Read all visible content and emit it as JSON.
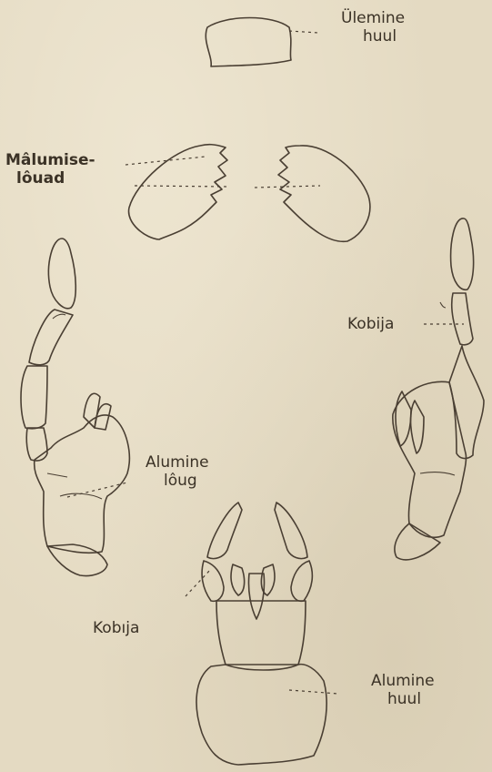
{
  "labels": {
    "upper_lip": {
      "line1": "Ülemine",
      "line2": "huul"
    },
    "mandibles": {
      "line1": "Mâlumise-",
      "line2": "lôuad"
    },
    "palp_right": {
      "line1": "Kobija"
    },
    "lower_jaw": {
      "line1": "Alumine",
      "line2": "lôug"
    },
    "palp_left": {
      "line1": "Kobıja"
    },
    "lower_lip": {
      "line1": "Alumine",
      "line2": "huul"
    }
  }
}
